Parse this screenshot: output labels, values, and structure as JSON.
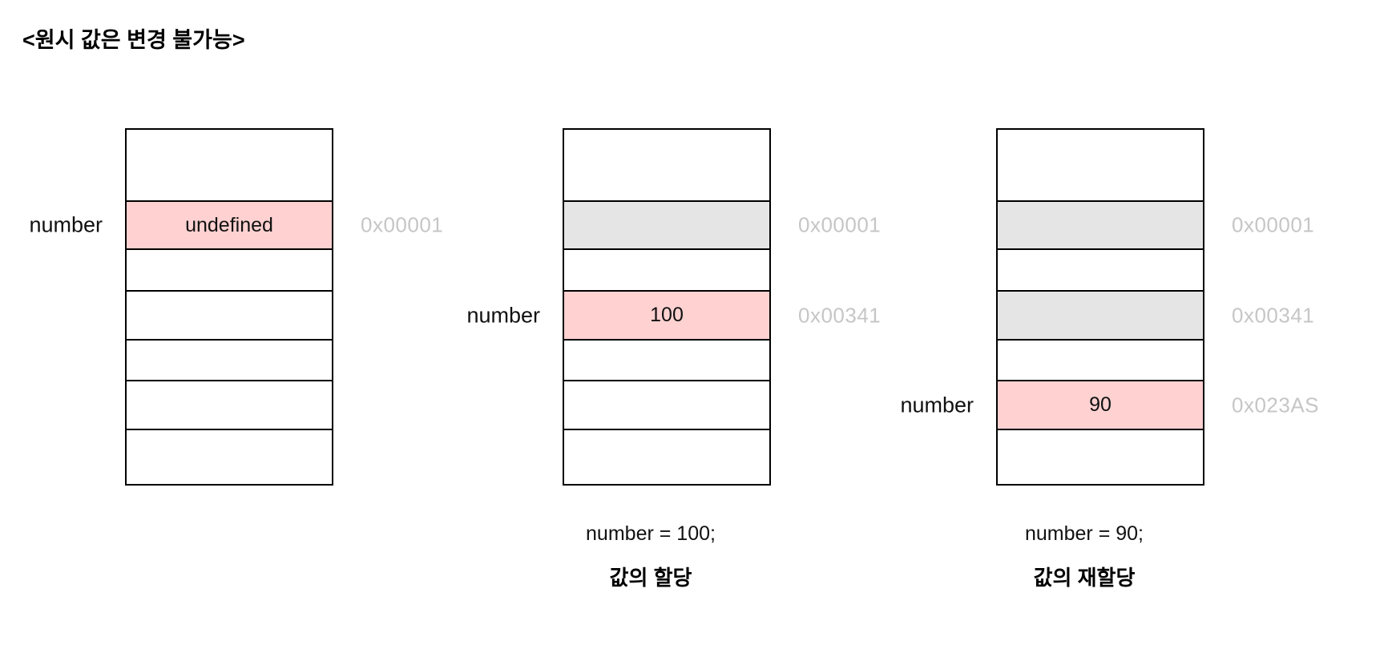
{
  "page_title": "<원시 값은 변경 불가능>",
  "colors": {
    "highlight_cell": "#FFD1D1",
    "occupied_cell": "#E5E5E5",
    "address_text": "#C6C6C6",
    "border": "#000000"
  },
  "diagrams": [
    {
      "rows": [
        {},
        {
          "fill": "pink",
          "label": "number",
          "value": "undefined",
          "address": "0x00001"
        },
        {},
        {},
        {},
        {},
        {}
      ],
      "captions": {}
    },
    {
      "rows": [
        {},
        {
          "fill": "gray",
          "address": "0x00001"
        },
        {},
        {
          "fill": "pink",
          "label": "number",
          "value": "100",
          "address": "0x00341"
        },
        {},
        {},
        {}
      ],
      "captions": {
        "code": "number = 100;",
        "title": "값의 할당"
      }
    },
    {
      "rows": [
        {},
        {
          "fill": "gray",
          "address": "0x00001"
        },
        {},
        {
          "fill": "gray",
          "address": "0x00341"
        },
        {},
        {
          "fill": "pink",
          "label": "number",
          "value": "90",
          "address": "0x023AS"
        },
        {}
      ],
      "captions": {
        "code": "number = 90;",
        "title": "값의 재할당"
      }
    }
  ]
}
